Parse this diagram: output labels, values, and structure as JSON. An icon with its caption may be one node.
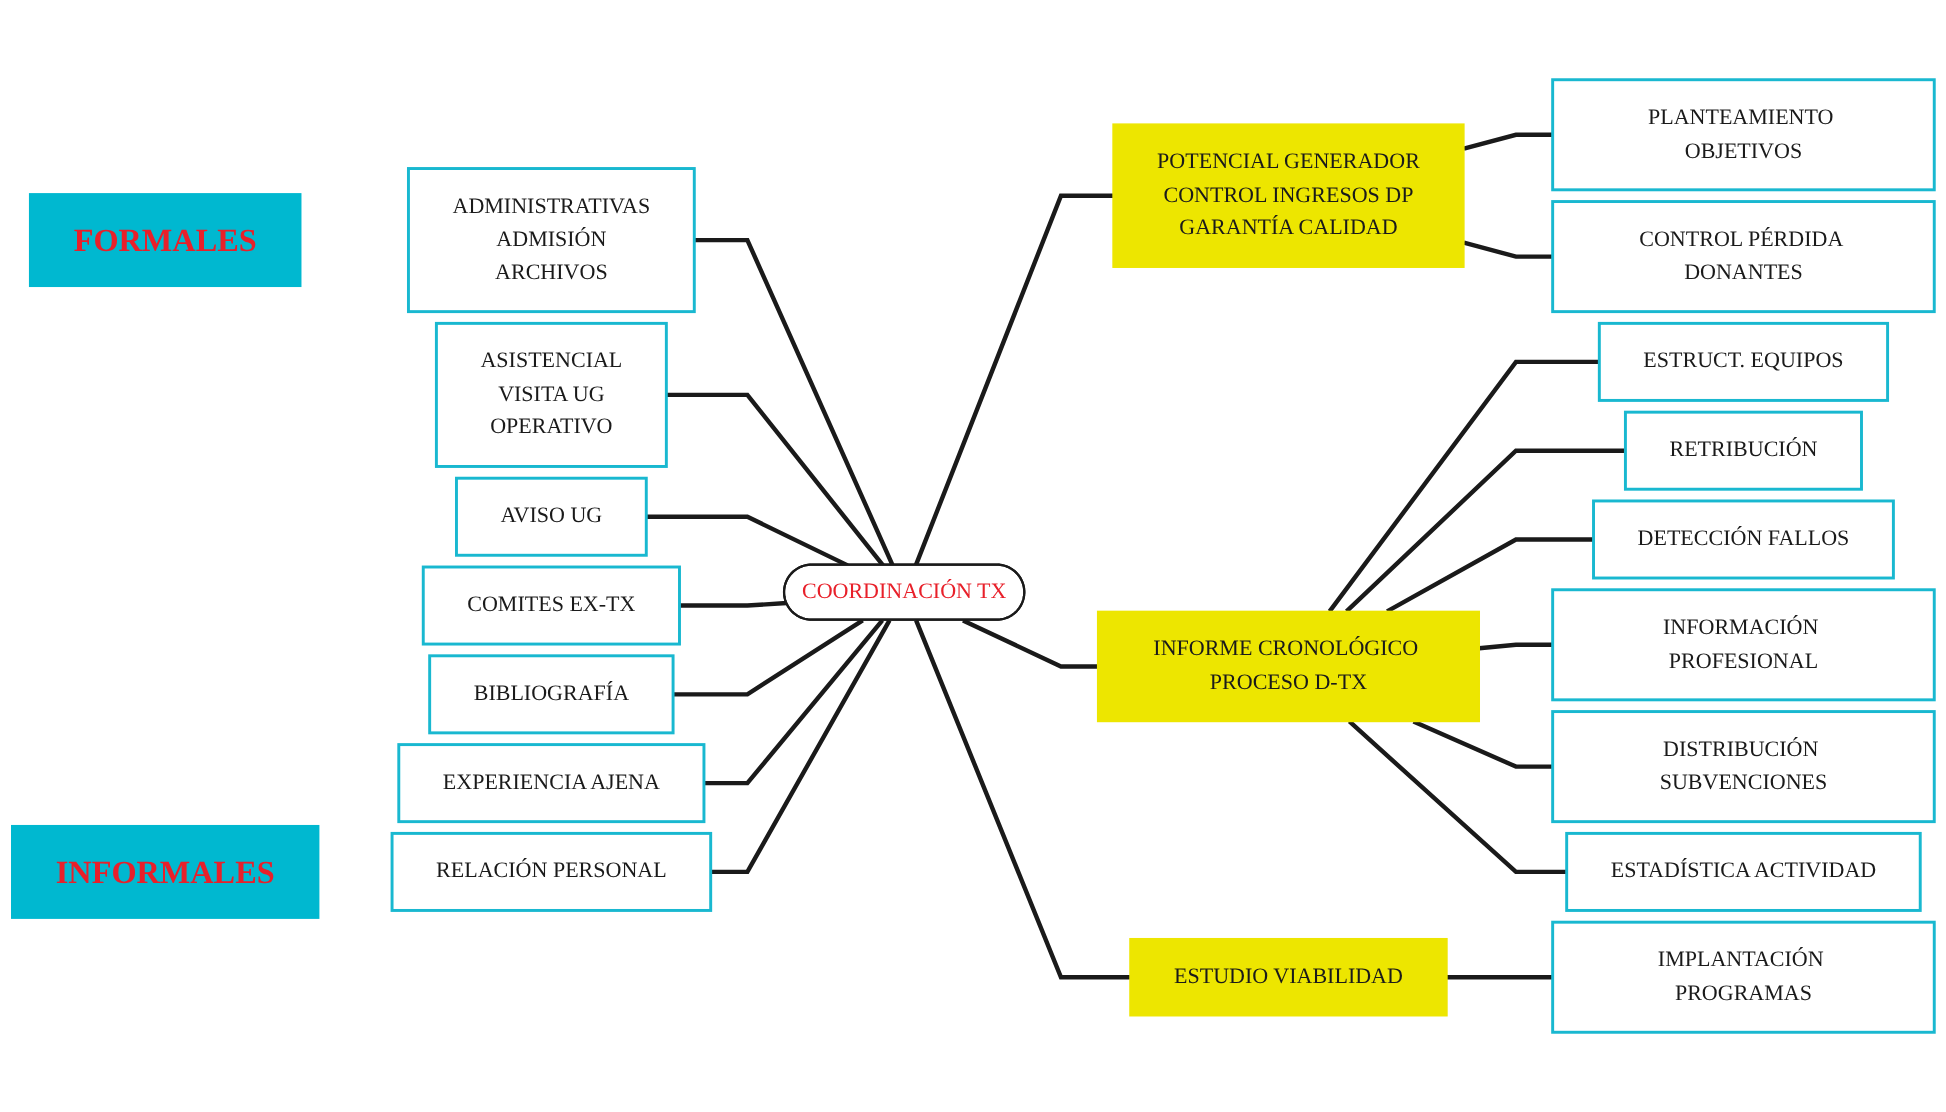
{
  "diagram": {
    "nodes": [
      {
        "text": [
          "FORMALES"
        ]
      },
      {
        "text": [
          "ADMINISTRATIVAS",
          "ADMISIÓN",
          "ARCHIVOS"
        ]
      },
      {
        "text": [
          "ASISTENCIAL",
          "VISITA UG",
          "OPERATIVO"
        ]
      },
      {
        "text": [
          "AVISO UG"
        ]
      },
      {
        "text": [
          "COMITES EX-TX"
        ]
      },
      {
        "text": [
          "BIBLIOGRAFÍA"
        ]
      },
      {
        "text": [
          "EXPERIENCIA AJENA"
        ]
      },
      {
        "text": [
          "INFORMALES"
        ]
      },
      {
        "text": [
          "RELACIÓN PERSONAL"
        ]
      },
      {
        "text": [
          "COORDINACIÓN TX"
        ]
      },
      {
        "text": [
          "POTENCIAL GENERADOR",
          "CONTROL INGRESOS DP",
          "GARANTÍA CALIDAD"
        ]
      },
      {
        "text": [
          "PLANTEAMIENTO OBJETIVOS"
        ]
      },
      {
        "text": [
          "CONTROL PÉRDIDA DONANTES"
        ]
      },
      {
        "text": [
          "INFORME CRONOLÓGICO PROCESO D-TX"
        ]
      },
      {
        "text": [
          "ESTUDIO VIABILIDAD"
        ]
      },
      {
        "text": [
          "ESTRUCT. EQUIPOS"
        ]
      },
      {
        "text": [
          "RETRIBUCIÓN"
        ]
      },
      {
        "text": [
          "DETECCIÓN FALLOS"
        ]
      },
      {
        "text": [
          "INFORMACIÓN PROFESIONAL"
        ]
      },
      {
        "text": [
          "DISTRIBUCIÓN SUBVENCIONES"
        ]
      },
      {
        "text": [
          "ESTADÍSTICA ACTIVIDAD"
        ]
      },
      {
        "text": [
          "IMPLANTACIÓN PROGRAMAS"
        ]
      }
    ],
    "edges": [
      {
        "from": 1,
        "to": 9,
        "arrow": "none"
      },
      {
        "from": 2,
        "to": 9,
        "arrow": "none"
      },
      {
        "from": 3,
        "to": 9,
        "arrow": "none"
      },
      {
        "from": 4,
        "to": 9,
        "arrow": "none"
      },
      {
        "from": 5,
        "to": 9,
        "arrow": "none"
      },
      {
        "from": 6,
        "to": 9,
        "arrow": "none"
      },
      {
        "from": 8,
        "to": 9,
        "arrow": "none"
      },
      {
        "from": 9,
        "to": 10,
        "arrow": "none"
      },
      {
        "from": 9,
        "to": 13,
        "arrow": "none"
      },
      {
        "from": 9,
        "to": 14,
        "arrow": "none"
      },
      {
        "from": 10,
        "to": 11,
        "arrow": "none"
      },
      {
        "from": 10,
        "to": 12,
        "arrow": "none"
      },
      {
        "from": 13,
        "to": 15,
        "arrow": "none"
      },
      {
        "from": 13,
        "to": 16,
        "arrow": "none"
      },
      {
        "from": 13,
        "to": 17,
        "arrow": "none"
      },
      {
        "from": 13,
        "to": 18,
        "arrow": "none"
      },
      {
        "from": 13,
        "to": 19,
        "arrow": "none"
      },
      {
        "from": 13,
        "to": 20,
        "arrow": "none"
      },
      {
        "from": 14,
        "to": 21,
        "arrow": "none"
      }
    ]
  }
}
